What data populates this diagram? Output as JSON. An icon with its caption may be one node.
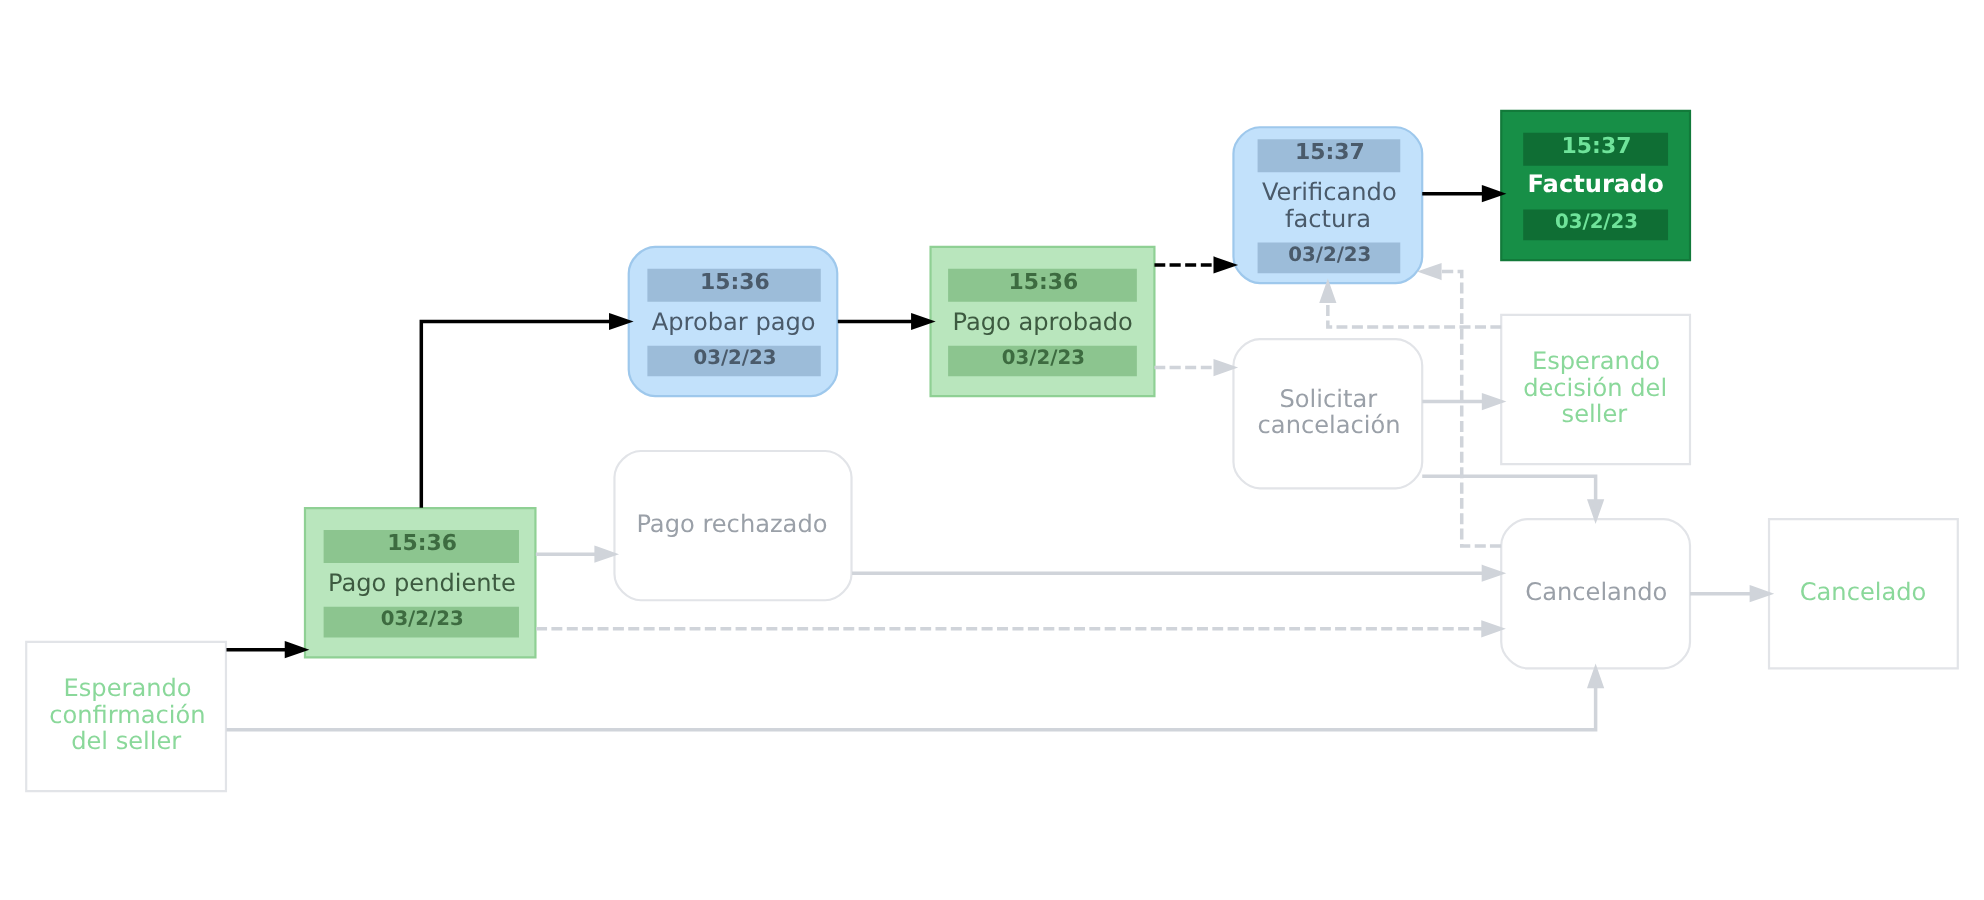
{
  "diagram": {
    "nodes": [
      {
        "text": [
          "Esperando confirmación del seller"
        ]
      },
      {
        "text": [
          "15:36",
          "Pago pendiente",
          "03/2/23"
        ]
      },
      {
        "text": [
          "15:36",
          "Pago aprobado",
          "03/2/23"
        ]
      },
      {
        "text": [
          "15:37",
          "Facturado",
          "03/2/23"
        ]
      },
      {
        "text": [
          "15:36",
          "Aprobar pago",
          "03/2/23"
        ]
      },
      {
        "text": [
          "15:37",
          "Verificando factura",
          "03/2/23"
        ]
      },
      {
        "text": [
          "Pago rechazado"
        ]
      },
      {
        "text": [
          "Solicitar cancelación"
        ]
      },
      {
        "text": [
          "Esperando decisión del seller"
        ]
      },
      {
        "text": [
          "Cancelando"
        ]
      },
      {
        "text": [
          "Cancelado"
        ]
      }
    ],
    "edges": [
      {
        "from": 0,
        "to": 1,
        "arrow": "to",
        "color": "#000000"
      },
      {
        "from": 1,
        "to": 4,
        "arrow": "to",
        "color": "#000000"
      },
      {
        "from": 4,
        "to": 2,
        "arrow": "to",
        "color": "#000000"
      },
      {
        "from": 2,
        "to": 5,
        "arrow": "to",
        "style": "dashed",
        "color": "#000000"
      },
      {
        "from": 5,
        "to": 3,
        "arrow": "to",
        "color": "#000000"
      },
      {
        "from": 1,
        "to": 6,
        "arrow": "to"
      },
      {
        "from": 2,
        "to": 7,
        "arrow": "to",
        "style": "dashed"
      },
      {
        "from": 7,
        "to": 8,
        "arrow": "to"
      },
      {
        "from": 8,
        "to": 5,
        "arrow": "to",
        "style": "dashed"
      },
      {
        "from": 9,
        "to": 5,
        "arrow": "to",
        "style": "dashed"
      },
      {
        "from": 0,
        "to": 9,
        "arrow": "to"
      },
      {
        "from": 1,
        "to": 9,
        "arrow": "to",
        "style": "dashed"
      },
      {
        "from": 6,
        "to": 9,
        "arrow": "to"
      },
      {
        "from": 7,
        "to": 9,
        "arrow": "to"
      },
      {
        "from": 9,
        "to": 10,
        "arrow": "to"
      }
    ]
  }
}
